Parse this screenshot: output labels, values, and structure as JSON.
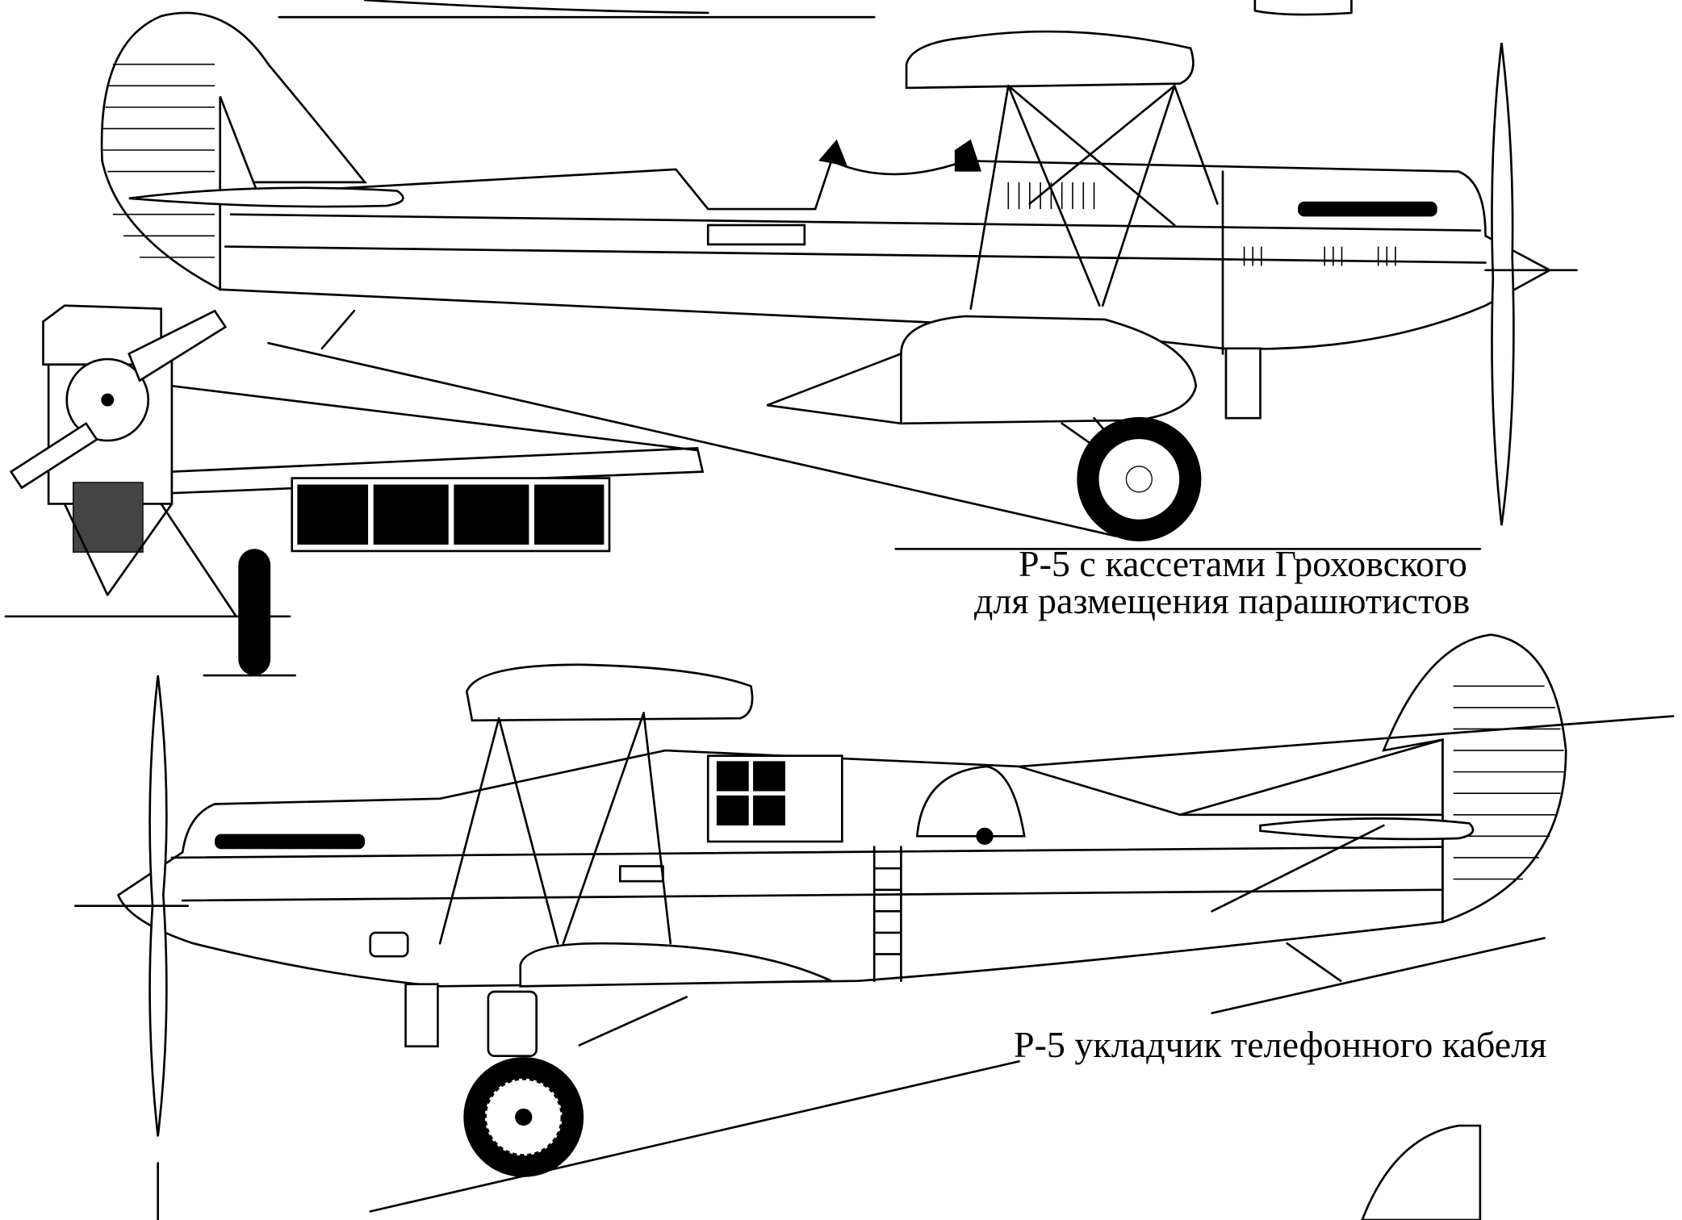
{
  "captions": {
    "top_line1": "Р-5 с кассетами Гроховского",
    "top_line2": "для размещения парашютистов",
    "bottom": "Р-5 укладчик телефонного кабеля"
  }
}
